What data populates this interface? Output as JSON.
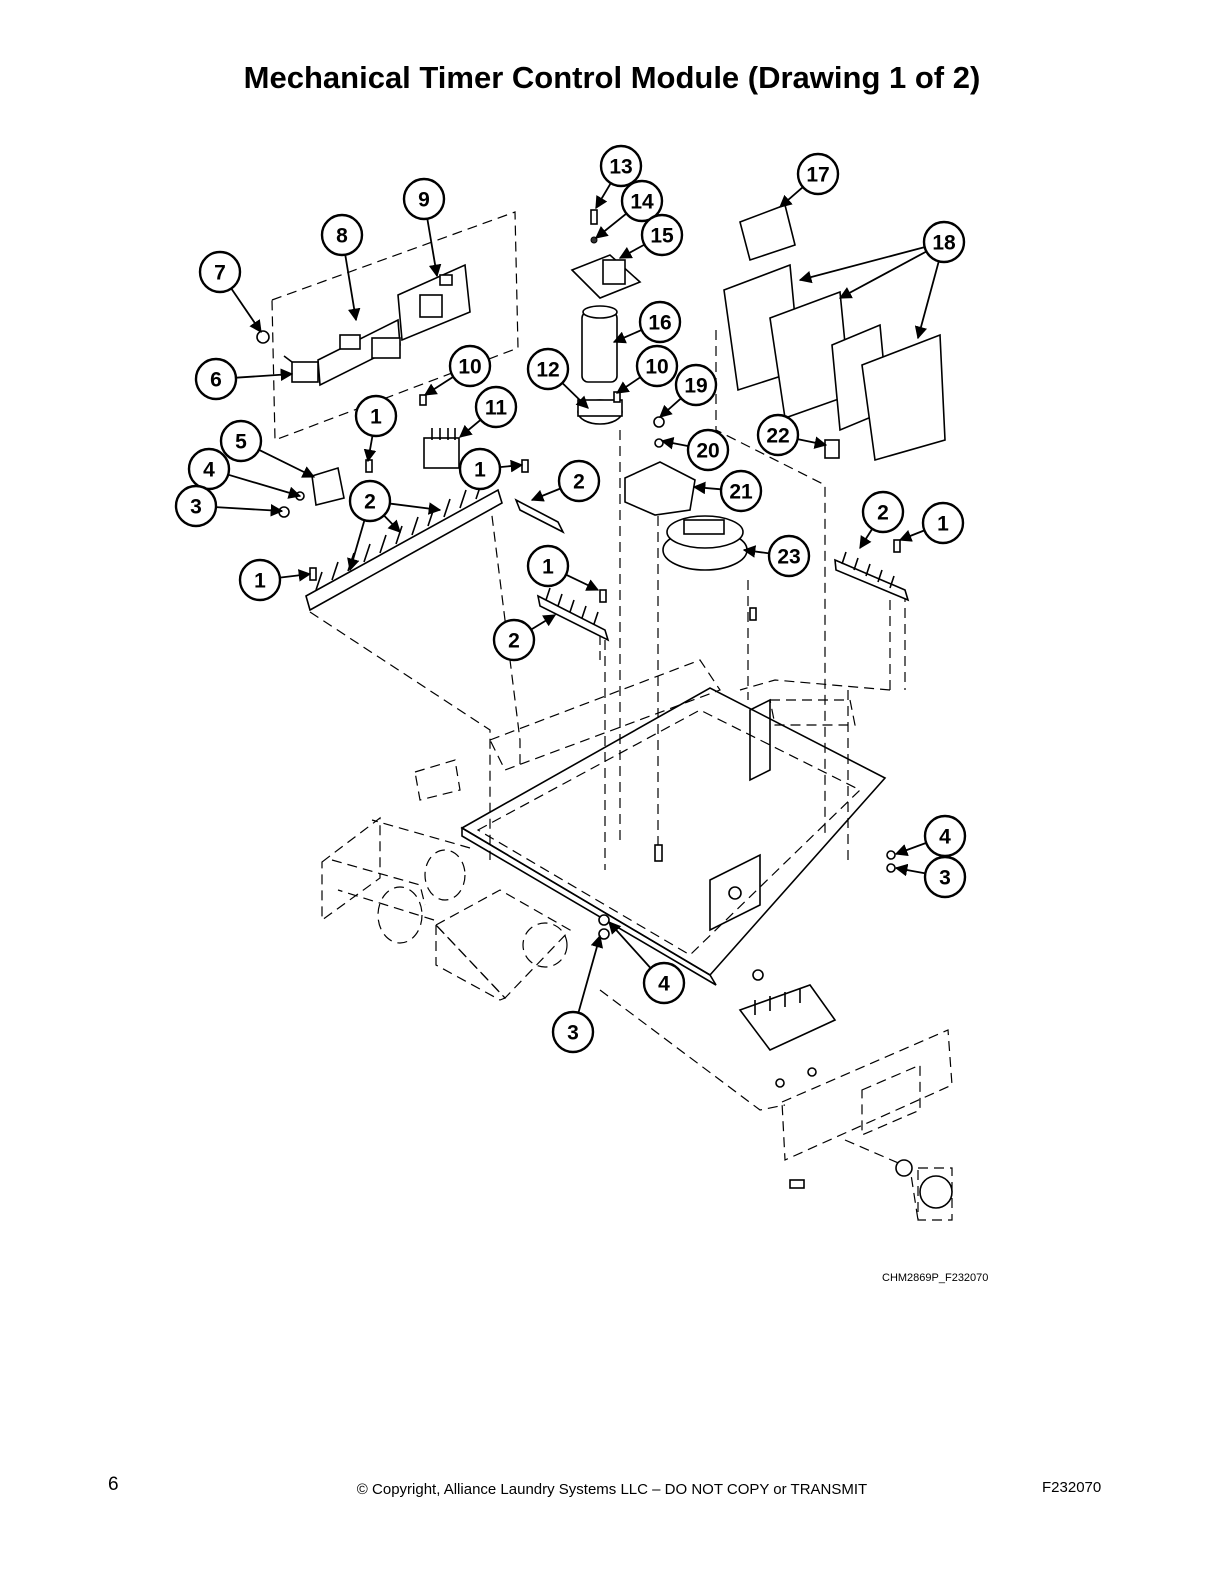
{
  "page": {
    "title": "Mechanical Timer Control Module (Drawing 1 of 2)",
    "drawing_code": "CHM2869P_F232070",
    "page_number": "6",
    "copyright": "© Copyright, Alliance Laundry Systems LLC – DO NOT COPY or TRANSMIT",
    "form_number": "F232070"
  },
  "callouts": [
    {
      "label": "13"
    },
    {
      "label": "14"
    },
    {
      "label": "15"
    },
    {
      "label": "17"
    },
    {
      "label": "18"
    },
    {
      "label": "9"
    },
    {
      "label": "8"
    },
    {
      "label": "7"
    },
    {
      "label": "16"
    },
    {
      "label": "6"
    },
    {
      "label": "10"
    },
    {
      "label": "12"
    },
    {
      "label": "10"
    },
    {
      "label": "19"
    },
    {
      "label": "11"
    },
    {
      "label": "1"
    },
    {
      "label": "5"
    },
    {
      "label": "22"
    },
    {
      "label": "20"
    },
    {
      "label": "4"
    },
    {
      "label": "1"
    },
    {
      "label": "2"
    },
    {
      "label": "21"
    },
    {
      "label": "3"
    },
    {
      "label": "2"
    },
    {
      "label": "2"
    },
    {
      "label": "1"
    },
    {
      "label": "23"
    },
    {
      "label": "1"
    },
    {
      "label": "1"
    },
    {
      "label": "2"
    },
    {
      "label": "4"
    },
    {
      "label": "3"
    },
    {
      "label": "4"
    },
    {
      "label": "3"
    }
  ]
}
